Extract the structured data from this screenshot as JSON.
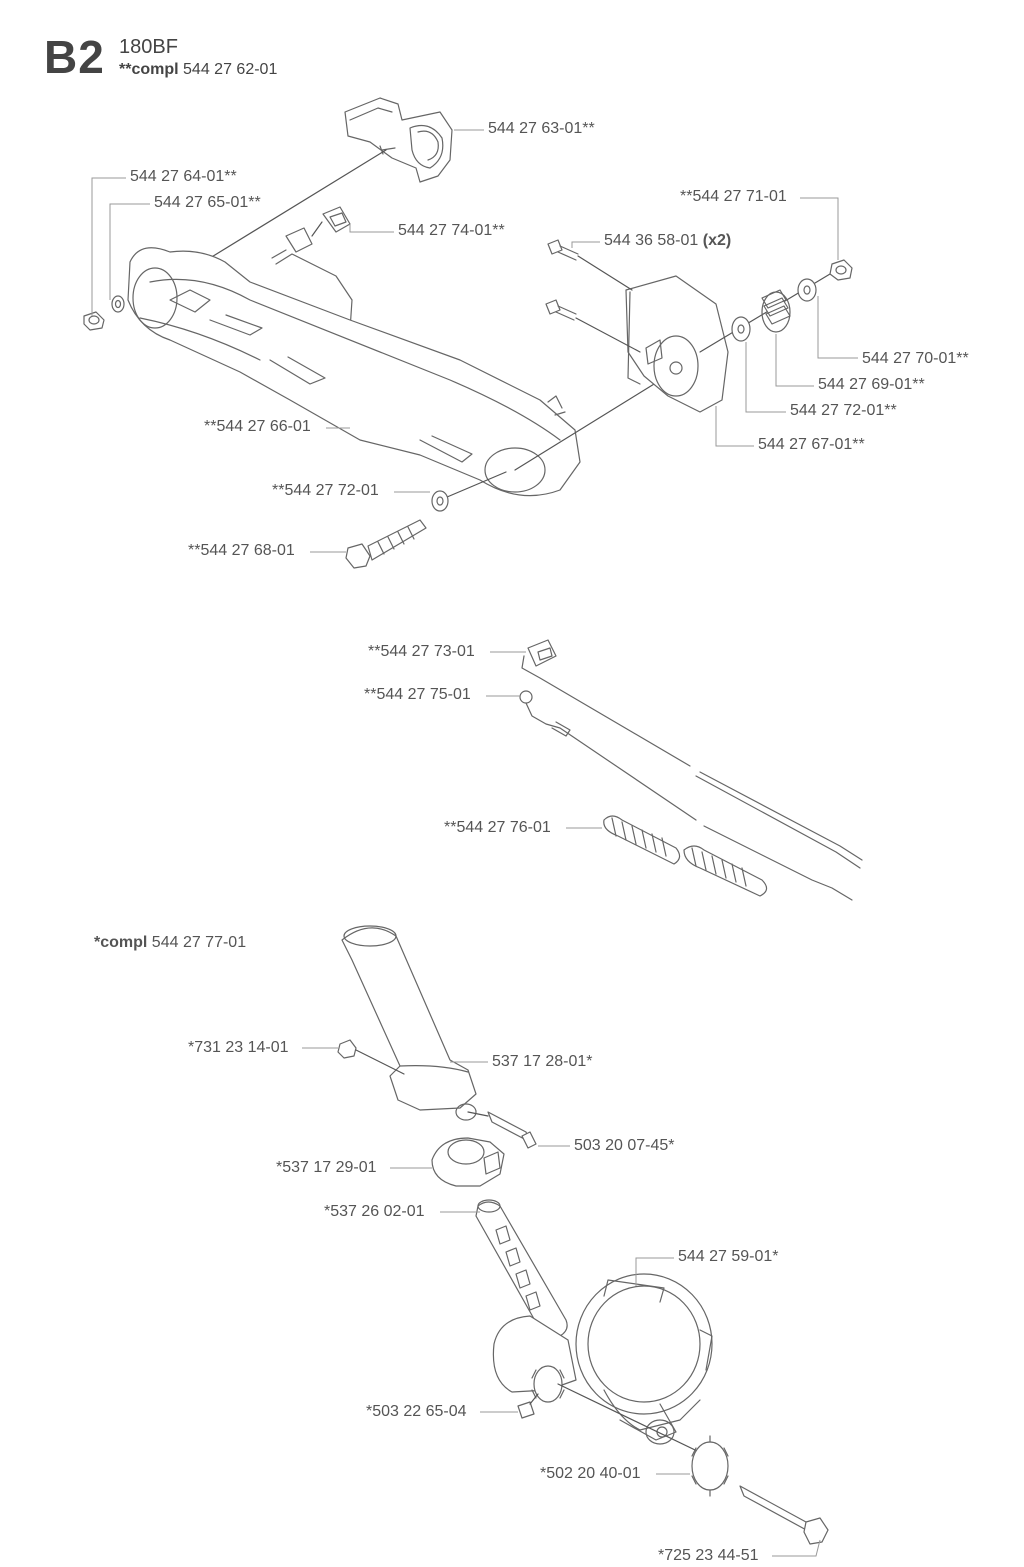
{
  "header": {
    "section_code": "B2",
    "model": "180BF",
    "compl_prefix": "**compl",
    "compl_number": "544 27 62-01"
  },
  "group_labels": {
    "compl_lower_prefix": "*compl",
    "compl_lower_number": "544 27 77-01"
  },
  "parts": [
    {
      "id": "p1",
      "label": "544 27 63-01**"
    },
    {
      "id": "p2",
      "label": "544 27 64-01**"
    },
    {
      "id": "p3",
      "label": "544 27 65-01**"
    },
    {
      "id": "p4",
      "label": "544 27 74-01**"
    },
    {
      "id": "p5",
      "label": "**544 27 71-01"
    },
    {
      "id": "p6a",
      "label": "544 36 58-01"
    },
    {
      "id": "p6b",
      "label": "(x2)"
    },
    {
      "id": "p7",
      "label": "544 27 70-01**"
    },
    {
      "id": "p8",
      "label": "544 27 69-01**"
    },
    {
      "id": "p9",
      "label": "544 27 72-01**"
    },
    {
      "id": "p10",
      "label": "544 27 67-01**"
    },
    {
      "id": "p11",
      "label": "**544 27 66-01"
    },
    {
      "id": "p12",
      "label": "**544 27 72-01"
    },
    {
      "id": "p13",
      "label": "**544 27 68-01"
    },
    {
      "id": "p14",
      "label": "**544 27 73-01"
    },
    {
      "id": "p15",
      "label": "**544 27 75-01"
    },
    {
      "id": "p16",
      "label": "**544 27 76-01"
    },
    {
      "id": "p17",
      "label": "*731 23 14-01"
    },
    {
      "id": "p18",
      "label": "537 17 28-01*"
    },
    {
      "id": "p19",
      "label": "503 20 07-45*"
    },
    {
      "id": "p20",
      "label": "*537 17 29-01"
    },
    {
      "id": "p21",
      "label": "*537 26 02-01"
    },
    {
      "id": "p22",
      "label": "544 27 59-01*"
    },
    {
      "id": "p23",
      "label": "*503 22 65-04"
    },
    {
      "id": "p24",
      "label": "*502 20 40-01"
    },
    {
      "id": "p25",
      "label": "*725 23 44-51"
    }
  ],
  "colors": {
    "line": "#555555",
    "leader": "#888888",
    "part_fill": "#ffffff"
  }
}
